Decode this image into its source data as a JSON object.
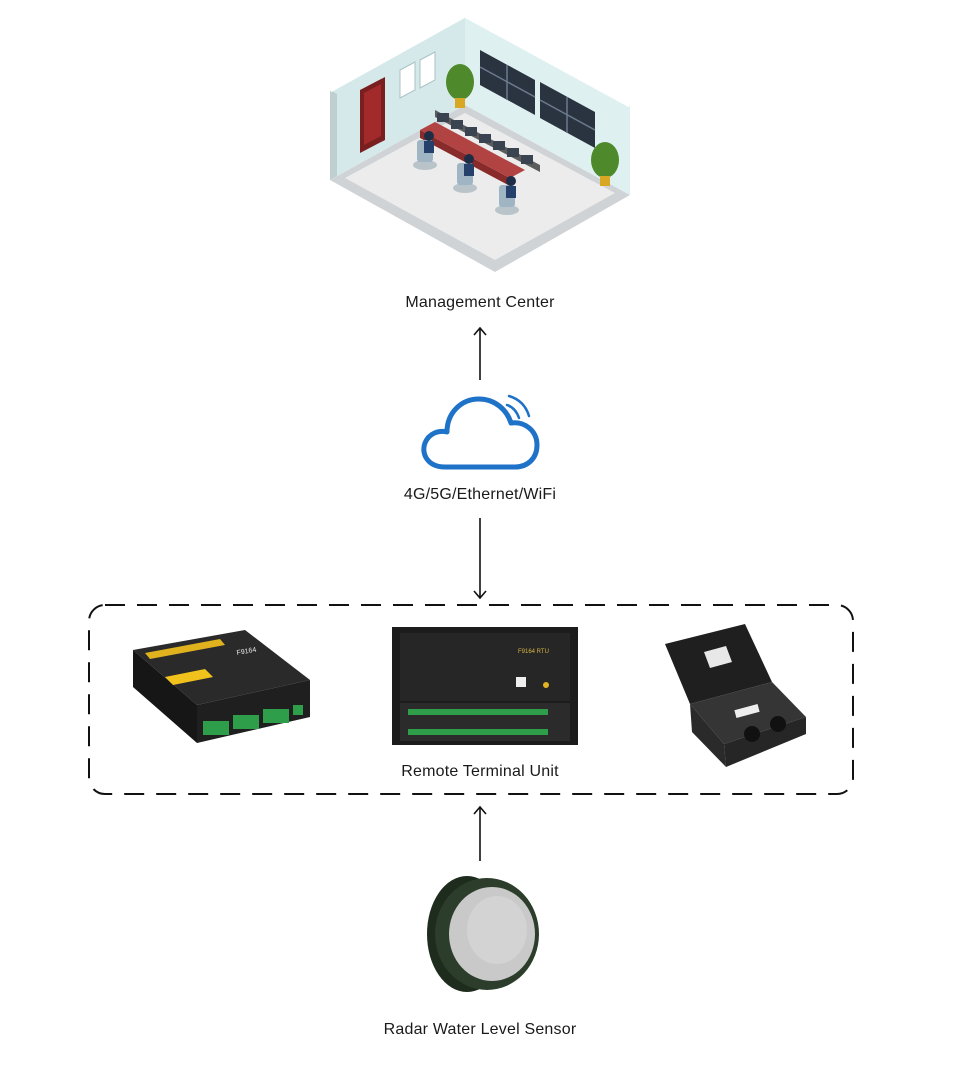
{
  "nodes": {
    "management_center": {
      "label": "Management Center"
    },
    "network": {
      "label": "4G/5G/Ethernet/WiFi"
    },
    "rtu": {
      "label": "Remote Terminal Unit",
      "device_1_text": "F9164",
      "device_2_text": "F9164 RTU"
    },
    "sensor": {
      "label": "Radar Water Level Sensor"
    }
  },
  "colors": {
    "cloud": "#1e72c7",
    "arrow": "#111111",
    "dash": "#111111",
    "device_body": "#1f1f1f",
    "terminal_green": "#2e9e4a",
    "sensor_shell": "#243424",
    "sensor_face": "#c9c9c9"
  }
}
